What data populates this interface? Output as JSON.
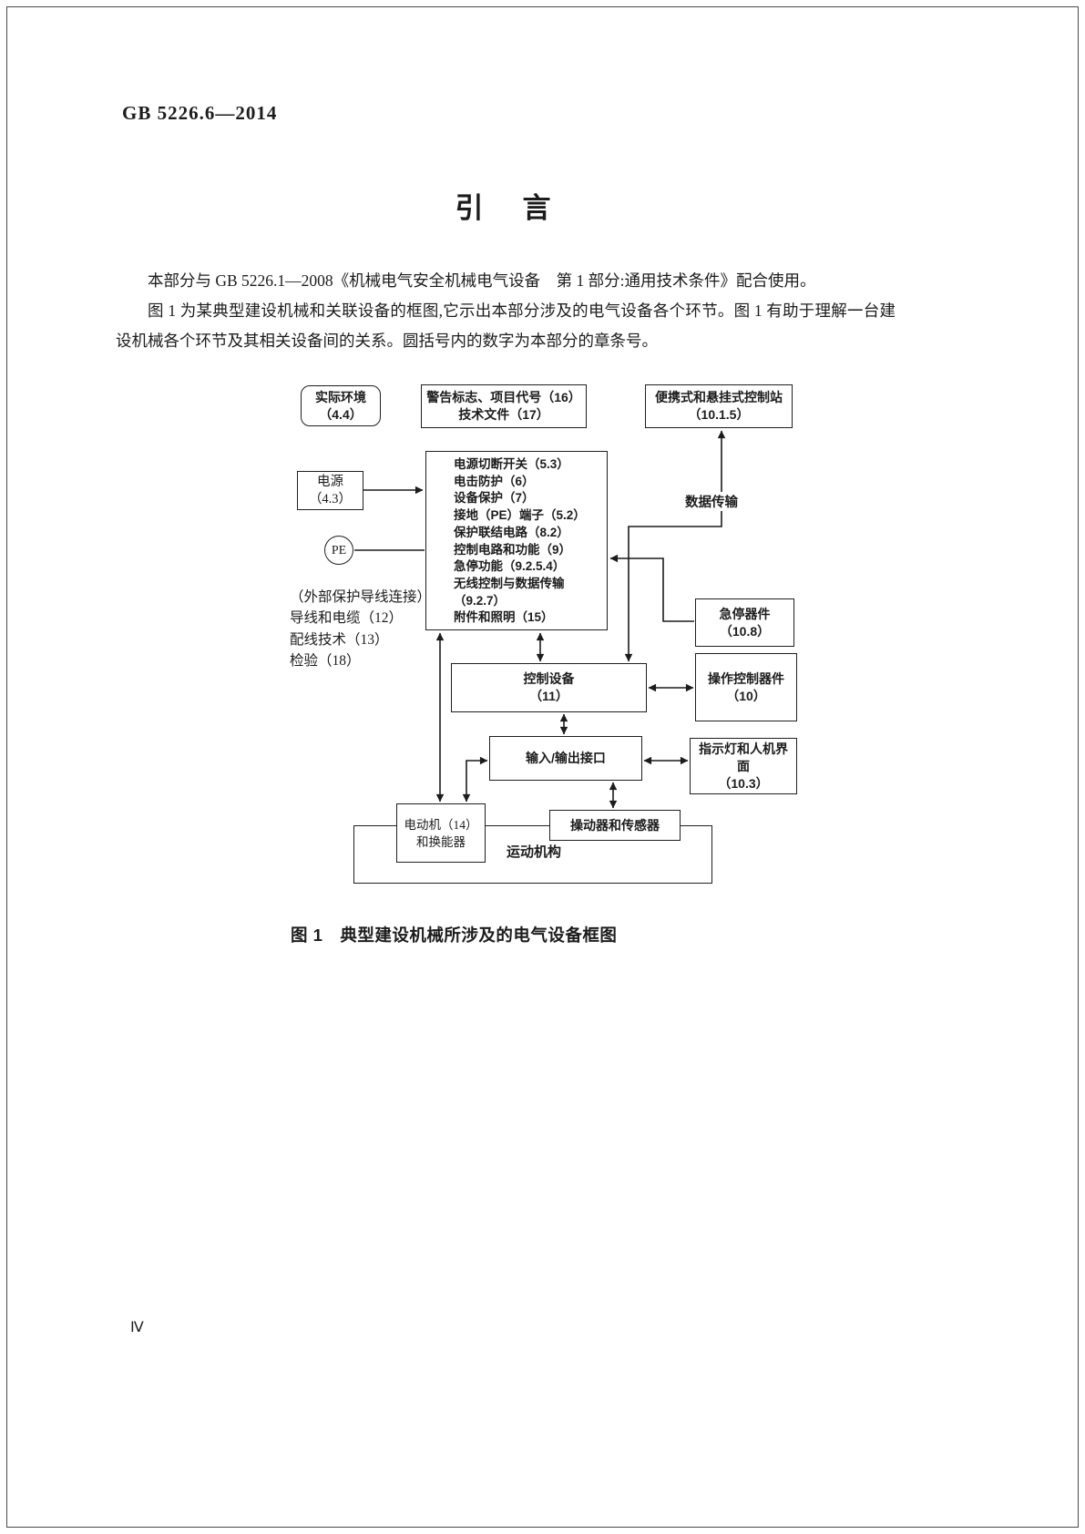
{
  "page": {
    "doc_number": "GB 5226.6—2014",
    "title": "引　言",
    "paragraph1": "本部分与 GB 5226.1—2008《机械电气安全机械电气设备　第 1 部分:通用技术条件》配合使用。",
    "paragraph2": "图 1 为某典型建设机械和关联设备的框图,它示出本部分涉及的电气设备各个环节。图 1 有助于理解一台建设机械各个环节及其相关设备间的关系。圆括号内的数字为本部分的章条号。",
    "figure_caption": "图 1　典型建设机械所涉及的电气设备框图",
    "page_number": "Ⅳ"
  },
  "diagram": {
    "actual_environment": "实际环境\n（4.4）",
    "warning_signs": "警告标志、项目代号（16）\n技术文件（17）",
    "portable_station": "便携式和悬挂式控制站\n（10.1.5）",
    "power_supply": "电源\n（4.3）",
    "pe_label": "PE",
    "equipment_list": "电源切断开关（5.3）\n电击防护（6）\n设备保护（7）\n接地（PE）端子（5.2）\n保护联结电路（8.2）\n控制电路和功能（9）\n急停功能（9.2.5.4）\n无线控制与数据传输\n（9.2.7）\n附件和照明（15）",
    "wiring_notes": "（外部保护导线连接）\n导线和电缆（12）\n配线技术（13）\n检验（18）",
    "data_transmission": "数据传输",
    "emergency_stop": "急停器件\n（10.8）",
    "control_equipment": "控制设备\n（11）",
    "operator_controls": "操作控制器件\n（10）",
    "io_interface": "输入/输出接口",
    "indicator_hmi": "指示灯和人机界\n面\n（10.3）",
    "motor_transducer": "电动机（14）\n和换能器",
    "actuators_sensors": "操动器和传感器",
    "motion_mechanism": "运动机构"
  }
}
